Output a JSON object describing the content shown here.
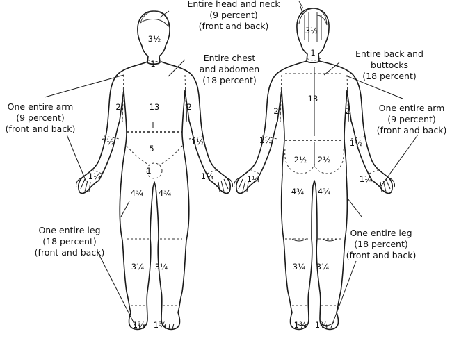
{
  "labels": {
    "head_neck": [
      "Entire head and neck",
      "(9 percent)",
      "(front and back)"
    ],
    "chest_abdomen": [
      "Entire chest",
      "and abdomen",
      "(18 percent)"
    ],
    "back_buttocks": [
      "Entire back and",
      "buttocks",
      "(18 percent)"
    ],
    "arm_left": [
      "One entire arm",
      "(9 percent)",
      "(front and back)"
    ],
    "arm_right": [
      "One entire arm",
      "(9 percent)",
      "(front and back)"
    ],
    "leg_left": [
      "One entire leg",
      "(18 percent)",
      "(front and back)"
    ],
    "leg_right": [
      "One entire leg",
      "(18 percent)",
      "(front and back)"
    ]
  },
  "front_values": {
    "head": "3½",
    "neck": "1",
    "chest": "13",
    "upper_arm_left": "2",
    "upper_arm_right": "2",
    "forearm_left": "1½",
    "forearm_right": "1½",
    "hand_left": "1¼",
    "hand_right": "1¼",
    "abdomen": "5",
    "genitals": "1",
    "thigh_left": "4¾",
    "thigh_right": "4¾",
    "lower_leg_left": "3¼",
    "lower_leg_right": "3¼",
    "foot_left": "1¾",
    "foot_right": "1¾"
  },
  "back_values": {
    "head": "3½",
    "neck": "1",
    "back": "13",
    "upper_arm_left": "2",
    "upper_arm_right": "2",
    "forearm_left": "1½",
    "forearm_right": "1½",
    "hand_left": "1¼",
    "hand_right": "1¼",
    "buttock_left": "2½",
    "buttock_right": "2½",
    "thigh_left": "4¾",
    "thigh_right": "4¾",
    "lower_leg_left": "3¼",
    "lower_leg_right": "3¼",
    "foot_left": "1¾",
    "foot_right": "1¾"
  }
}
